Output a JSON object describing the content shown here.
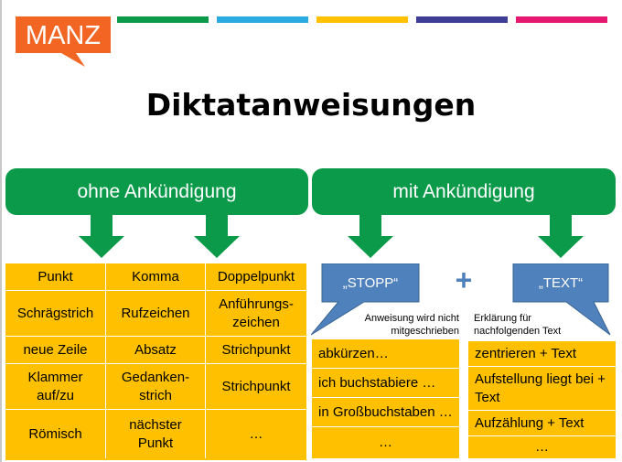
{
  "brand": {
    "logo_text": "MANZ",
    "logo_color": "#f26522",
    "bar_colors": [
      "#0a9a49",
      "#29abe2",
      "#ffc000",
      "#3d3d94",
      "#e6176e"
    ]
  },
  "title": "Diktatanweisungen",
  "headers": {
    "without": "ohne Ankündigung",
    "with": "mit Ankündigung",
    "color": "#0a9a49"
  },
  "without_table": {
    "rows": [
      [
        "Punkt",
        "Komma",
        "Doppelpunkt"
      ],
      [
        "Schrägstrich",
        "Rufzeichen",
        "Anführungs-zeichen"
      ],
      [
        "neue Zeile",
        "Absatz",
        "Strichpunkt"
      ],
      [
        "Klammer auf/zu",
        "Gedanken-strich",
        "Strichpunkt"
      ],
      [
        "Römisch",
        "nächster Punkt",
        "…"
      ]
    ]
  },
  "callouts": {
    "stopp": "„STOPP“",
    "text": "„TEXT“",
    "color": "#4f81bd",
    "plus": "+"
  },
  "notes": {
    "stopp_note": "Anweisung wird nicht mitgeschrieben",
    "text_note": "Erklärung für nachfolgenden Text"
  },
  "stopp_list": [
    "abkürzen…",
    "ich buchstabiere …",
    "in Großbuchstaben …",
    "…"
  ],
  "text_list": [
    "zentrieren + Text",
    "Aufstellung liegt bei + Text",
    "Aufzählung + Text",
    "…"
  ]
}
